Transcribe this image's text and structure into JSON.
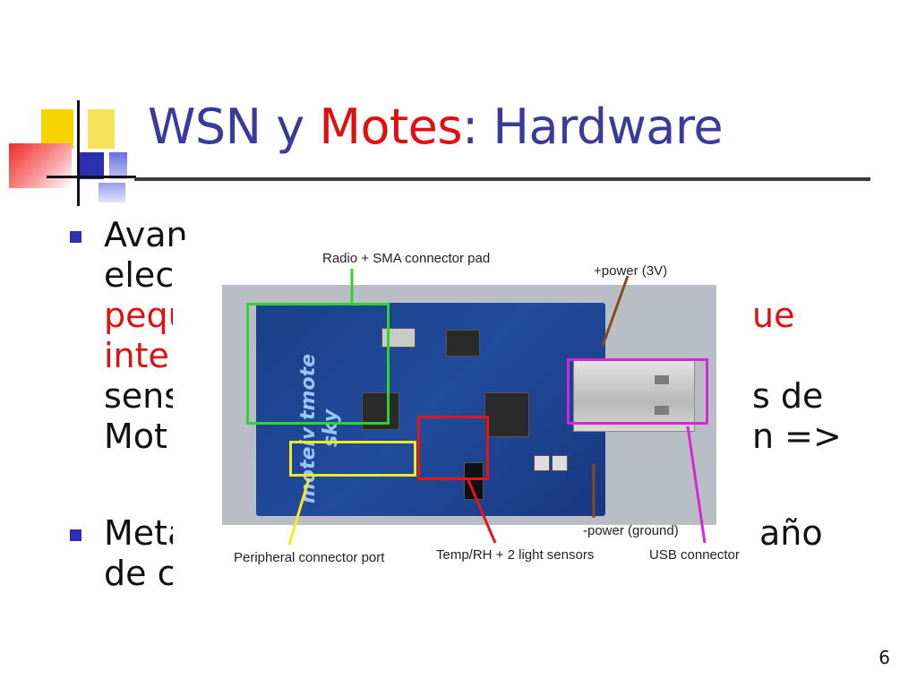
{
  "title": {
    "part1": "WSN y ",
    "part2": "Motes",
    "part3": ": Hardware"
  },
  "bullets": [
    {
      "lines": [
        {
          "segments": [
            {
              "text": "Avan",
              "color": "#111111"
            }
          ]
        },
        {
          "segments": [
            {
              "text": "elec",
              "color": "#111111"
            }
          ]
        },
        {
          "segments": [
            {
              "text": "pequ",
              "color": "#e01010"
            }
          ]
        },
        {
          "segments": [
            {
              "text": "inte",
              "color": "#e01010"
            }
          ]
        },
        {
          "segments": [
            {
              "text": "sens",
              "color": "#111111"
            }
          ]
        },
        {
          "segments": [
            {
              "text": "Mot",
              "color": "#111111"
            }
          ]
        }
      ],
      "right_fragments": [
        {
          "text": "ue",
          "color": "#e01010"
        },
        {
          "text": "s de",
          "color": "#111111"
        },
        {
          "text": "n =>",
          "color": "#111111"
        }
      ]
    },
    {
      "lines": [
        {
          "segments": [
            {
              "text": "Meta",
              "color": "#111111"
            }
          ]
        },
        {
          "segments": [
            {
              "text": "de c",
              "color": "#111111"
            }
          ]
        }
      ],
      "right_fragments": [
        {
          "text": "año",
          "color": "#111111"
        }
      ]
    }
  ],
  "photo": {
    "board_brand": "moteiv tmote sky",
    "callouts": {
      "radio": "Radio + SMA connector pad",
      "power_plus": "+power (3V)",
      "power_minus": "-power (ground)",
      "peripheral": "Peripheral connector port",
      "sensors": "Temp/RH + 2 light sensors",
      "usb": "USB connector"
    }
  },
  "page_number": "6",
  "colors": {
    "title": "#3a3a9c",
    "accent_red": "#e01010",
    "bullet": "#2b2fb0"
  }
}
